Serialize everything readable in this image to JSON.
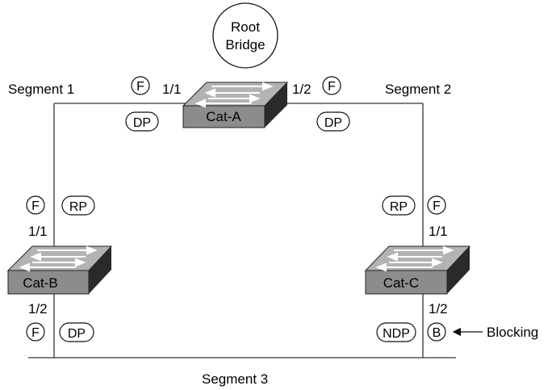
{
  "root_bridge": {
    "line1": "Root",
    "line2": "Bridge"
  },
  "segments": {
    "seg1": "Segment 1",
    "seg2": "Segment 2",
    "seg3": "Segment 3"
  },
  "switches": {
    "a": {
      "label": "Cat-A"
    },
    "b": {
      "label": "Cat-B"
    },
    "c": {
      "label": "Cat-C"
    }
  },
  "ports": {
    "a_1_1": {
      "name": "1/1",
      "state": "F",
      "role": "DP"
    },
    "a_1_2": {
      "name": "1/2",
      "state": "F",
      "role": "DP"
    },
    "b_1_1": {
      "name": "1/1",
      "state": "F",
      "role": "RP"
    },
    "b_1_2": {
      "name": "1/2",
      "state": "F",
      "role": "DP"
    },
    "c_1_1": {
      "name": "1/1",
      "state": "F",
      "role": "RP"
    },
    "c_1_2": {
      "name": "1/2",
      "state": "B",
      "role": "NDP"
    }
  },
  "annotation": {
    "blocking": "Blocking"
  },
  "colors": {
    "switch_front": "#8c8c8c",
    "switch_top": "#b3b3b3",
    "switch_side": "#2a2a2a",
    "line": "#333333"
  }
}
